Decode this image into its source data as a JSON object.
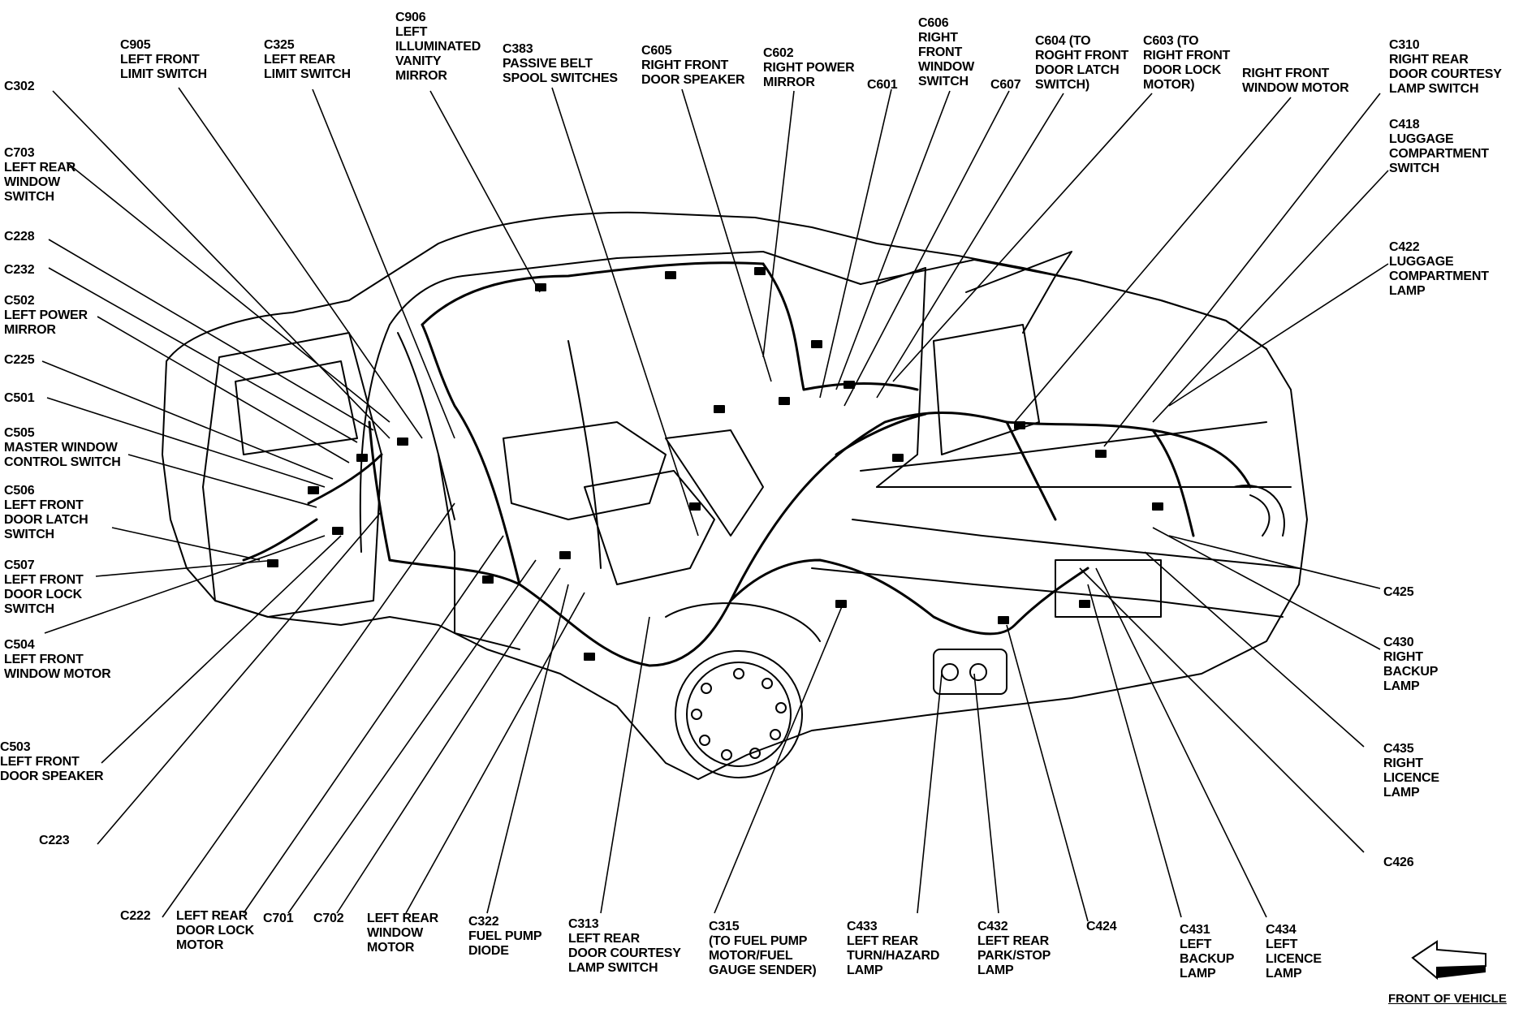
{
  "labels": {
    "c905": [
      "C905",
      "LEFT FRONT",
      "LIMIT SWITCH"
    ],
    "c325": [
      "C325",
      "LEFT REAR",
      "LIMIT SWITCH"
    ],
    "c906": [
      "C906",
      "LEFT",
      "ILLUMINATED",
      "VANITY",
      "MIRROR"
    ],
    "c383": [
      "C383",
      "PASSIVE BELT",
      "SPOOL SWITCHES"
    ],
    "c605": [
      "C605",
      "RIGHT FRONT",
      "DOOR SPEAKER"
    ],
    "c602": [
      "C602",
      "RIGHT POWER",
      "MIRROR"
    ],
    "c601": [
      "C601"
    ],
    "c606": [
      "C606",
      "RIGHT",
      "FRONT",
      "WINDOW",
      "SWITCH"
    ],
    "c607": [
      "C607"
    ],
    "c604": [
      "C604 (TO",
      "ROGHT FRONT",
      "DOOR LATCH",
      "SWITCH)"
    ],
    "c603": [
      "C603 (TO",
      "RIGHT FRONT",
      "DOOR LOCK",
      "MOTOR)"
    ],
    "rfwm": [
      "RIGHT FRONT",
      "WINDOW MOTOR"
    ],
    "c310": [
      "C310",
      "RIGHT REAR",
      "DOOR COURTESY",
      "LAMP SWITCH"
    ],
    "c418": [
      "C418",
      "LUGGAGE",
      "COMPARTMENT",
      "SWITCH"
    ],
    "c422": [
      "C422",
      "LUGGAGE",
      "COMPARTMENT",
      "LAMP"
    ],
    "c302": [
      "C302"
    ],
    "c703": [
      "C703",
      "LEFT REAR",
      "WINDOW",
      "SWITCH"
    ],
    "c228": [
      "C228"
    ],
    "c232": [
      "C232"
    ],
    "c502": [
      "C502",
      "LEFT POWER",
      "MIRROR"
    ],
    "c225": [
      "C225"
    ],
    "c501": [
      "C501"
    ],
    "c505": [
      "C505",
      "MASTER WINDOW",
      "CONTROL SWITCH"
    ],
    "c506": [
      "C506",
      "LEFT FRONT",
      "DOOR LATCH",
      "SWITCH"
    ],
    "c507": [
      "C507",
      "LEFT FRONT",
      "DOOR LOCK",
      "SWITCH"
    ],
    "c504": [
      "C504",
      "LEFT FRONT",
      "WINDOW MOTOR"
    ],
    "c503": [
      "C503",
      "LEFT FRONT",
      "DOOR SPEAKER"
    ],
    "c223": [
      "C223"
    ],
    "c222": [
      "C222"
    ],
    "lrdlm": [
      "LEFT REAR",
      "DOOR LOCK",
      "MOTOR"
    ],
    "c701": [
      "C701"
    ],
    "c702": [
      "C702"
    ],
    "lrwm": [
      "LEFT REAR",
      "WINDOW",
      "MOTOR"
    ],
    "c322": [
      "C322",
      "FUEL PUMP",
      "DIODE"
    ],
    "c313": [
      "C313",
      "LEFT REAR",
      "DOOR COURTESY",
      "LAMP SWITCH"
    ],
    "c315": [
      "C315",
      "(TO FUEL PUMP",
      "MOTOR/FUEL",
      "GAUGE SENDER)"
    ],
    "c433": [
      "C433",
      "LEFT REAR",
      "TURN/HAZARD",
      "LAMP"
    ],
    "c432": [
      "C432",
      "LEFT REAR",
      "PARK/STOP",
      "LAMP"
    ],
    "c424": [
      "C424"
    ],
    "c431": [
      "C431",
      "LEFT",
      "BACKUP",
      "LAMP"
    ],
    "c434": [
      "C434",
      "LEFT",
      "LICENCE",
      "LAMP"
    ],
    "c425": [
      "C425"
    ],
    "c430": [
      "C430",
      "RIGHT",
      "BACKUP",
      "LAMP"
    ],
    "c435": [
      "C435",
      "RIGHT",
      "LICENCE",
      "LAMP"
    ],
    "c426": [
      "C426"
    ]
  },
  "front_of_vehicle": "FRONT OF VEHICLE",
  "icons": {
    "direction": "front-arrow-icon"
  },
  "colors": {
    "ink": "#000000",
    "paper": "#ffffff"
  }
}
